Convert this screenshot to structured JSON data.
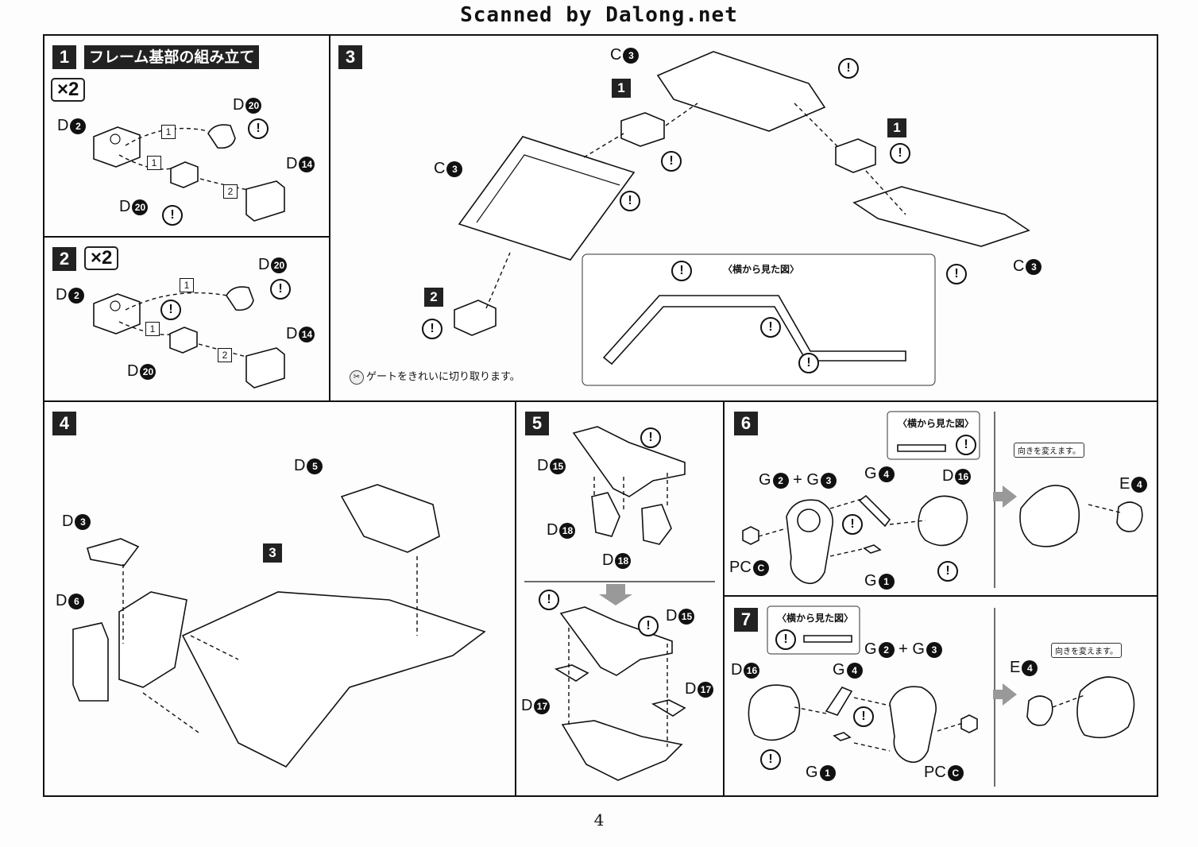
{
  "watermark": "Scanned by Dalong.net",
  "page_number": "4",
  "gate_note": "ゲートをきれいに切り取ります。",
  "side_view": "〈横から見た図〉",
  "turn_note": "向きを変えます。",
  "warn_mark": "!",
  "steps": {
    "s1": {
      "num": "1",
      "title": "フレーム基部の組み立て",
      "mult": "×2",
      "labels": {
        "d2": {
          "p": "D",
          "c": "2"
        },
        "d20a": {
          "p": "D",
          "c": "20"
        },
        "d20b": {
          "p": "D",
          "c": "20"
        },
        "d14": {
          "p": "D",
          "c": "14"
        }
      },
      "order": [
        "1",
        "1",
        "2"
      ]
    },
    "s2": {
      "num": "2",
      "mult": "×2",
      "labels": {
        "d2": {
          "p": "D",
          "c": "2"
        },
        "d20a": {
          "p": "D",
          "c": "20"
        },
        "d20b": {
          "p": "D",
          "c": "20"
        },
        "d14": {
          "p": "D",
          "c": "14"
        }
      },
      "order": [
        "1",
        "1",
        "2"
      ]
    },
    "s3": {
      "num": "3",
      "labels": {
        "c3a": {
          "p": "C",
          "c": "3"
        },
        "c3b": {
          "p": "C",
          "c": "3"
        },
        "c3c": {
          "p": "C",
          "c": "3"
        }
      },
      "refs": [
        "1",
        "1",
        "2"
      ]
    },
    "s4": {
      "num": "4",
      "labels": {
        "d5": {
          "p": "D",
          "c": "5"
        },
        "d3": {
          "p": "D",
          "c": "3"
        },
        "d6": {
          "p": "D",
          "c": "6"
        }
      },
      "refs": [
        "3"
      ]
    },
    "s5": {
      "num": "5",
      "labels": {
        "d15a": {
          "p": "D",
          "c": "15"
        },
        "d18a": {
          "p": "D",
          "c": "18"
        },
        "d18b": {
          "p": "D",
          "c": "18"
        },
        "d15b": {
          "p": "D",
          "c": "15"
        },
        "d17a": {
          "p": "D",
          "c": "17"
        },
        "d17b": {
          "p": "D",
          "c": "17"
        }
      }
    },
    "s6": {
      "num": "6",
      "labels": {
        "g2": {
          "p": "G",
          "c": "2"
        },
        "plus": "+",
        "g3": {
          "p": "G",
          "c": "3"
        },
        "g4": {
          "p": "G",
          "c": "4"
        },
        "d16": {
          "p": "D",
          "c": "16"
        },
        "e4": {
          "p": "E",
          "c": "4"
        },
        "pc": {
          "p": "PC",
          "c": "C"
        },
        "g1": {
          "p": "G",
          "c": "1"
        }
      }
    },
    "s7": {
      "num": "7",
      "labels": {
        "d16": {
          "p": "D",
          "c": "16"
        },
        "g2": {
          "p": "G",
          "c": "2"
        },
        "plus": "+",
        "g3": {
          "p": "G",
          "c": "3"
        },
        "g4": {
          "p": "G",
          "c": "4"
        },
        "e4": {
          "p": "E",
          "c": "4"
        },
        "g1": {
          "p": "G",
          "c": "1"
        },
        "pc": {
          "p": "PC",
          "c": "C"
        }
      }
    }
  }
}
